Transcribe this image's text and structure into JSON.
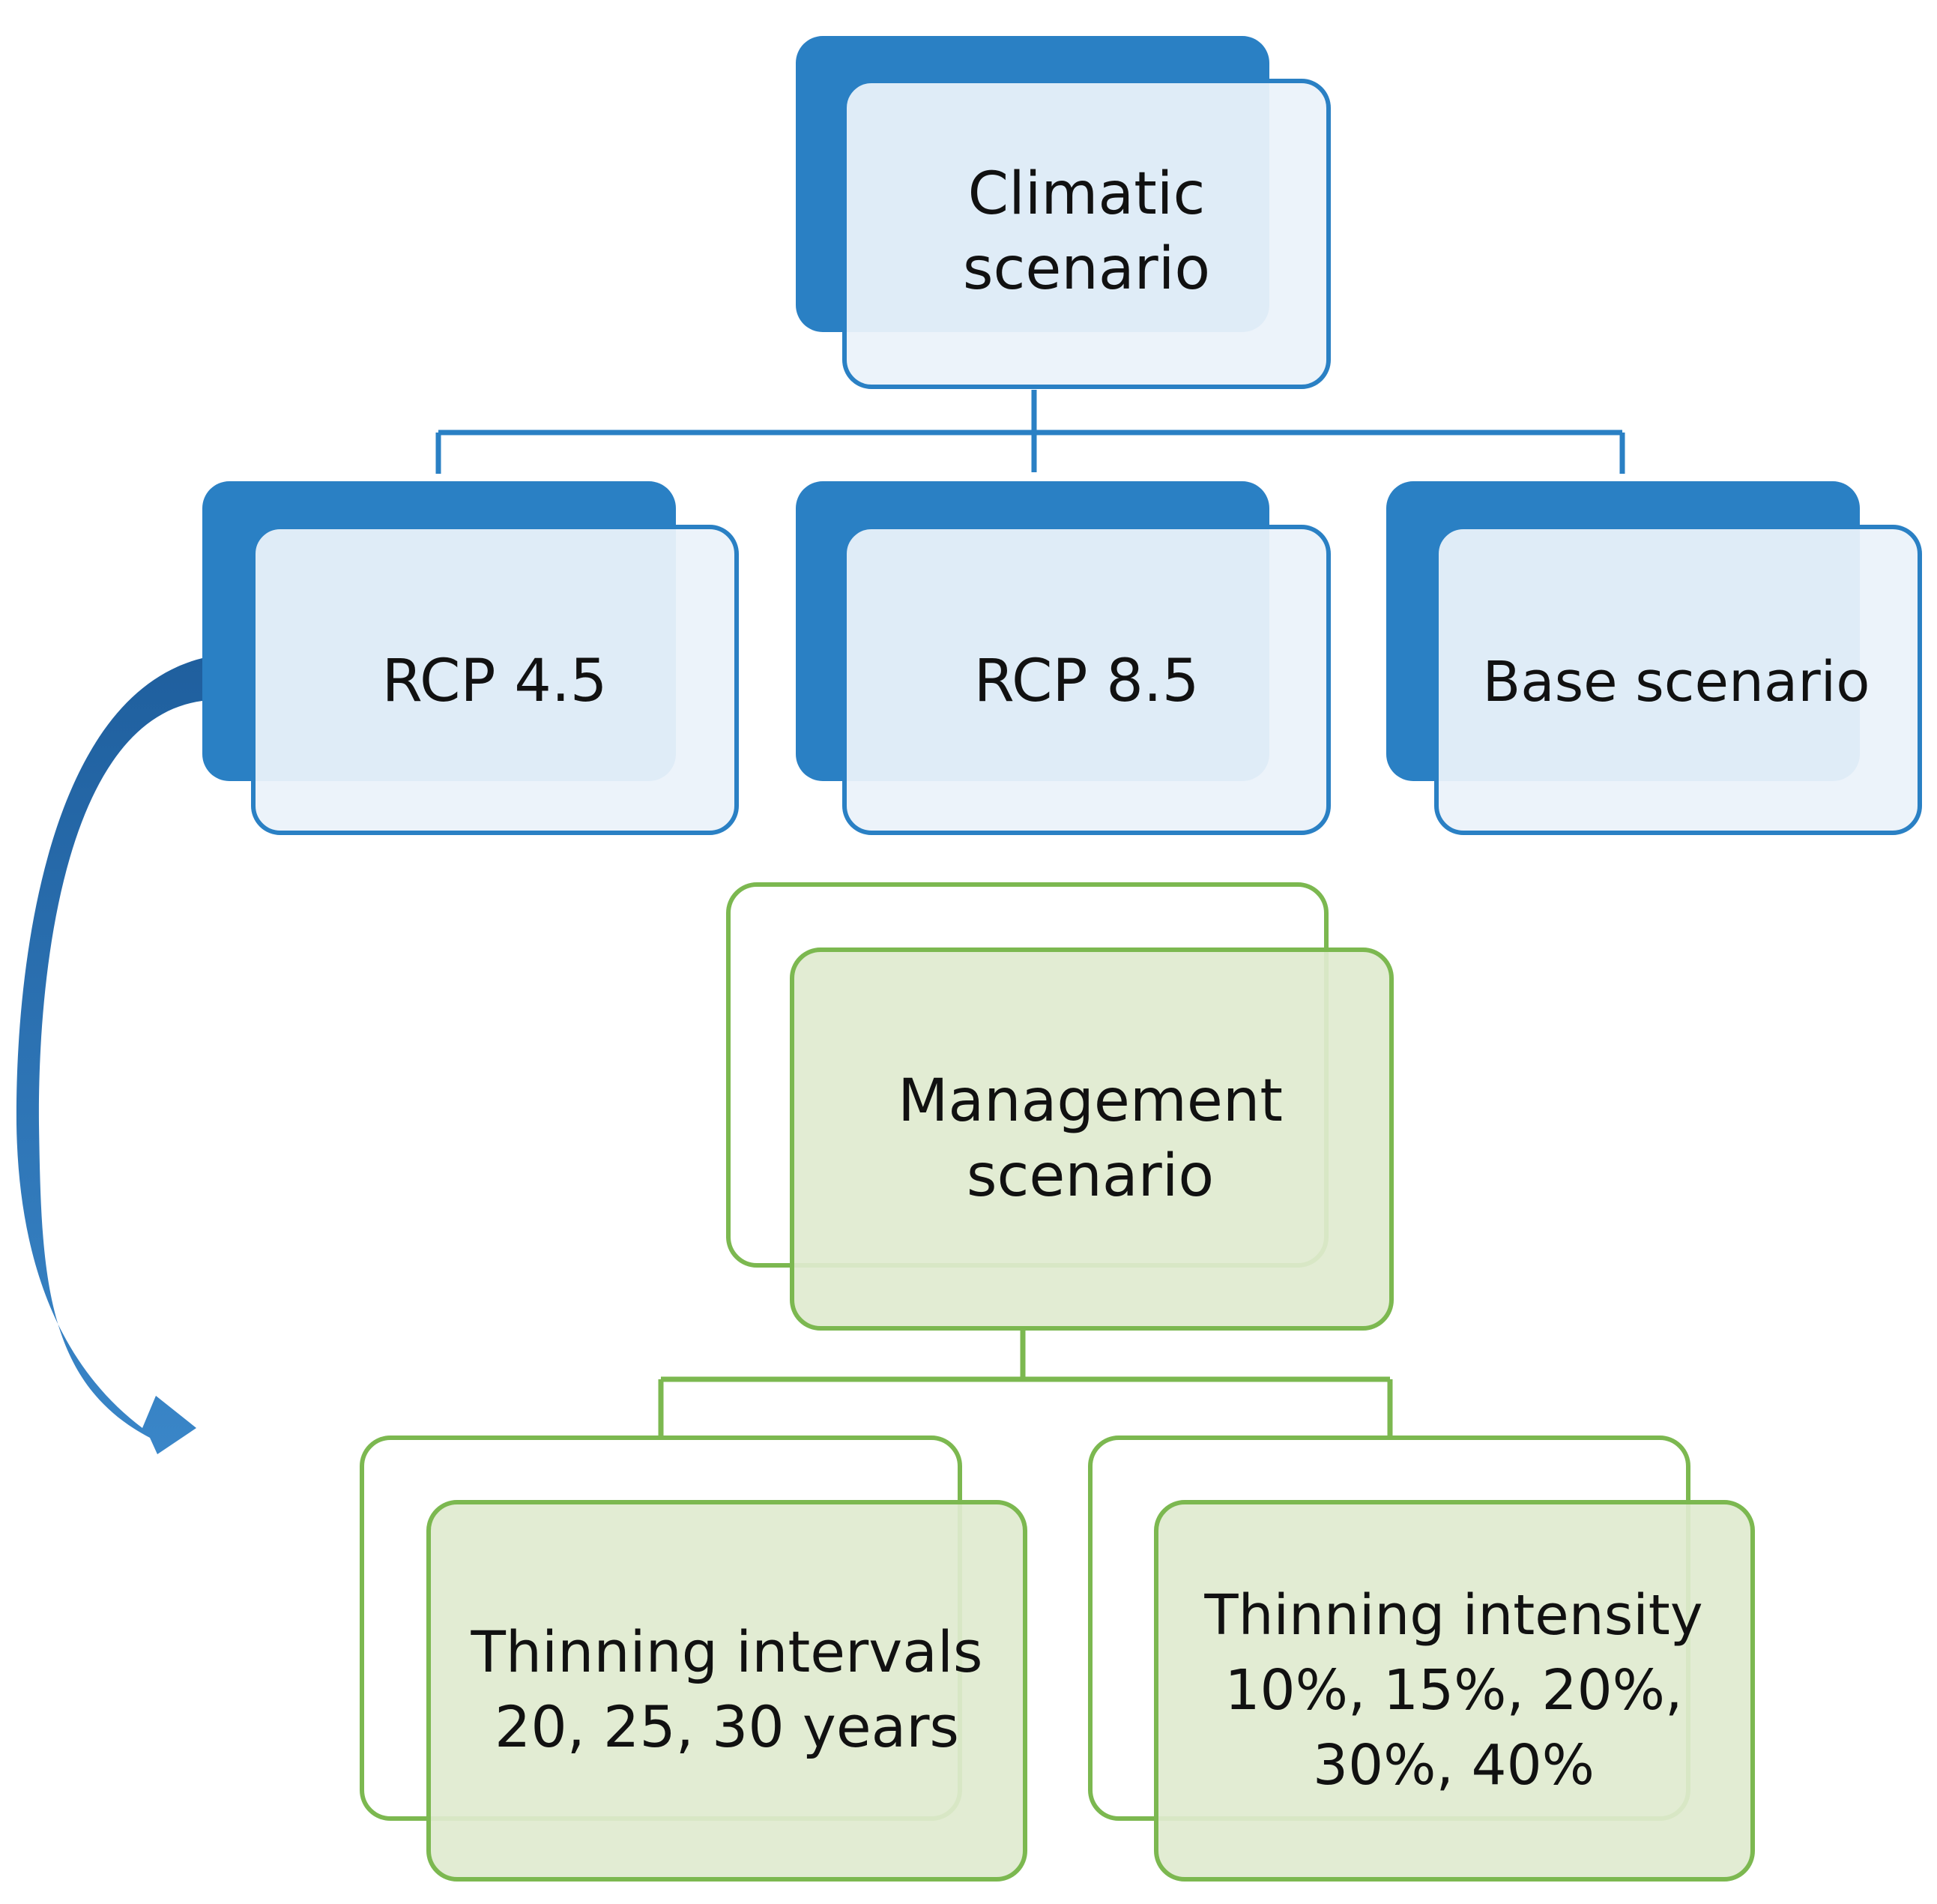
{
  "colors": {
    "blue_dark": "#2a80c4",
    "blue_light_fill": "#ebf2fa",
    "blue_stroke": "#2a80c4",
    "green_stroke": "#7cb850",
    "green_fill": "#dfeacf",
    "arrow_blue": "#2a6fae"
  },
  "climatic": {
    "title_line1": "Climatic",
    "title_line2": "scenario",
    "rcp45": "RCP 4.5",
    "rcp85": "RCP 8.5",
    "base": "Base scenario"
  },
  "management": {
    "title_line1": "Management",
    "title_line2": "scenario",
    "intervals_line1": "Thinning intervals",
    "intervals_line2": "20, 25, 30 years",
    "intensity_line1": "Thinning intensity",
    "intensity_line2": "10%, 15%, 20%,",
    "intensity_line3": "30%, 40%"
  }
}
